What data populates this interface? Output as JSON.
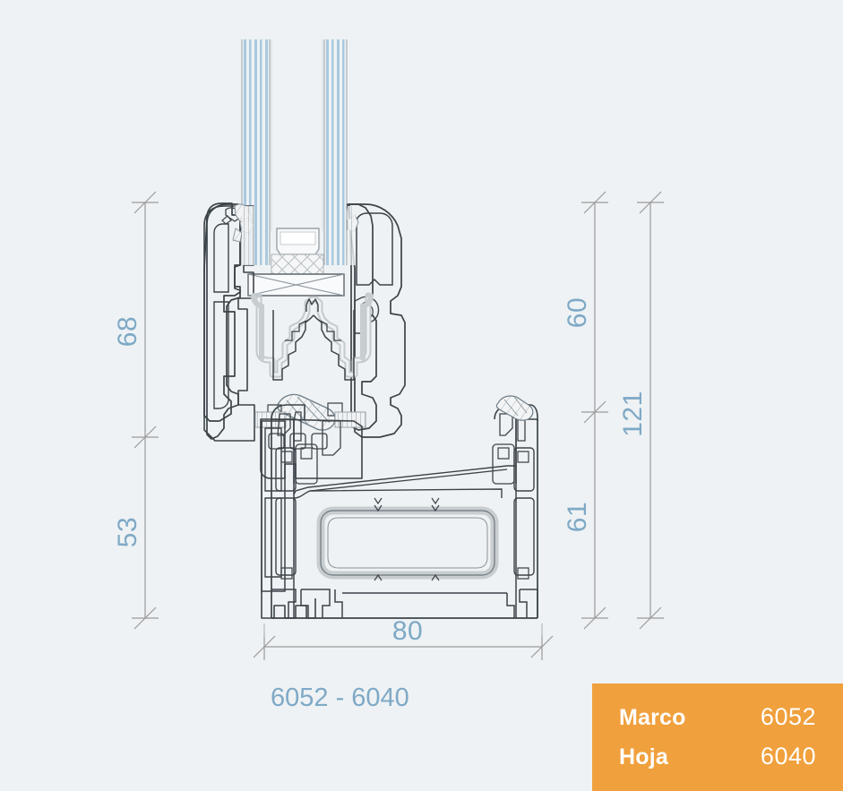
{
  "drawing": {
    "title_caption": "6052 - 6040",
    "dimensions": {
      "left_upper": "68",
      "left_lower": "53",
      "right_upper": "60",
      "right_lower": "61",
      "right_total": "121",
      "bottom_width": "80"
    }
  },
  "legend": {
    "rows": [
      {
        "label": "Marco",
        "value": "6052"
      },
      {
        "label": "Hoja",
        "value": "6040"
      }
    ]
  },
  "colors": {
    "background": "#eef2f4",
    "dimension_text": "#7fa9c6",
    "dimension_line": "#9a9a9a",
    "profile_outline": "#3c4348",
    "gasket_gray": "#c8cdd0",
    "glass_blue": "#a8c8de",
    "legend_bg": "#f0a03c",
    "legend_text": "#ffffff"
  }
}
